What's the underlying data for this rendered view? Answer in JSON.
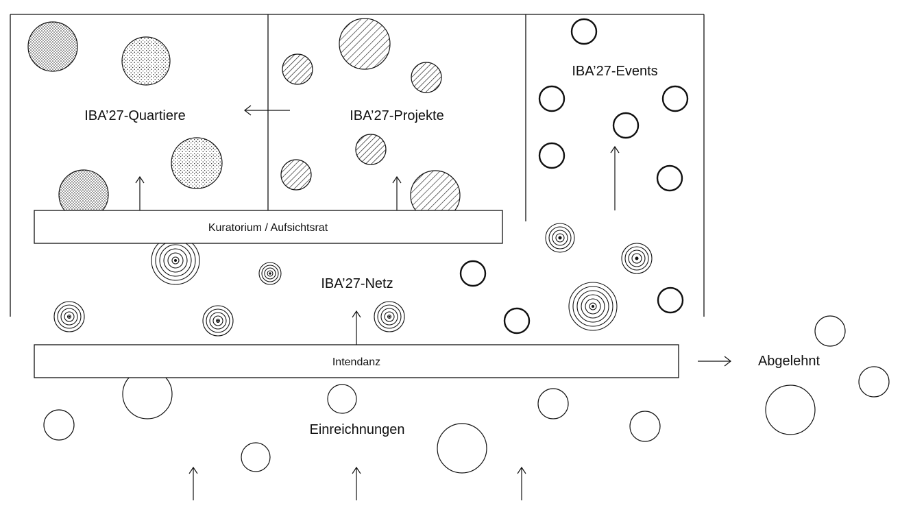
{
  "regions": {
    "quartiere": "IBA’27-Quartiere",
    "projekte": "IBA’27-Projekte",
    "events": "IBA’27-Events",
    "netz": "IBA’27-Netz",
    "einreichungen": "Einreichnungen",
    "abgelehnt": "Abgelehnt"
  },
  "boxes": {
    "kuratorium": "Kuratorium / Aufsichtsrat",
    "intendanz": "Intendanz"
  },
  "legend_patterns": {
    "quartiere": "dotted-circle",
    "projekte": "hatched-circle",
    "events": "bold-outline-circle",
    "netz": "concentric-circle",
    "einreichungen": "thin-outline-circle"
  }
}
